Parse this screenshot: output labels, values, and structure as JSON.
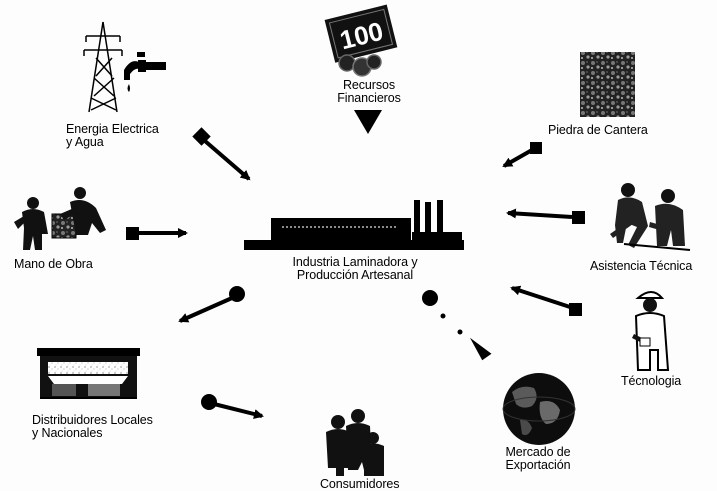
{
  "nodes": {
    "center": "Industria Laminadora y\nProducción Artesanal",
    "energia": "Energia Electrica\ny Agua",
    "recursos": "Recursos\nFinancieros",
    "piedra": "Piedra de Cantera",
    "mano": "Mano de Obra",
    "asistencia": "Asistencia Técnica",
    "tecnologia": "Técnologia",
    "distribuidores": "Distribuidores Locales\ny Nacionales",
    "consumidores": "Consumidores",
    "mercado": "Mercado de\nExportación"
  },
  "banknote_text": "100",
  "icons": {
    "tower": "power-tower-icon",
    "tap": "water-tap-icon",
    "money": "money-icon",
    "stone": "stone-texture-icon",
    "workers": "workers-icon",
    "scientists": "scientists-icon",
    "engineer": "engineer-icon",
    "factory": "factory-icon",
    "store": "store-icon",
    "people": "people-icon",
    "globe": "globe-icon"
  },
  "colors": {
    "ink": "#000000",
    "paper": "#ffffff"
  }
}
